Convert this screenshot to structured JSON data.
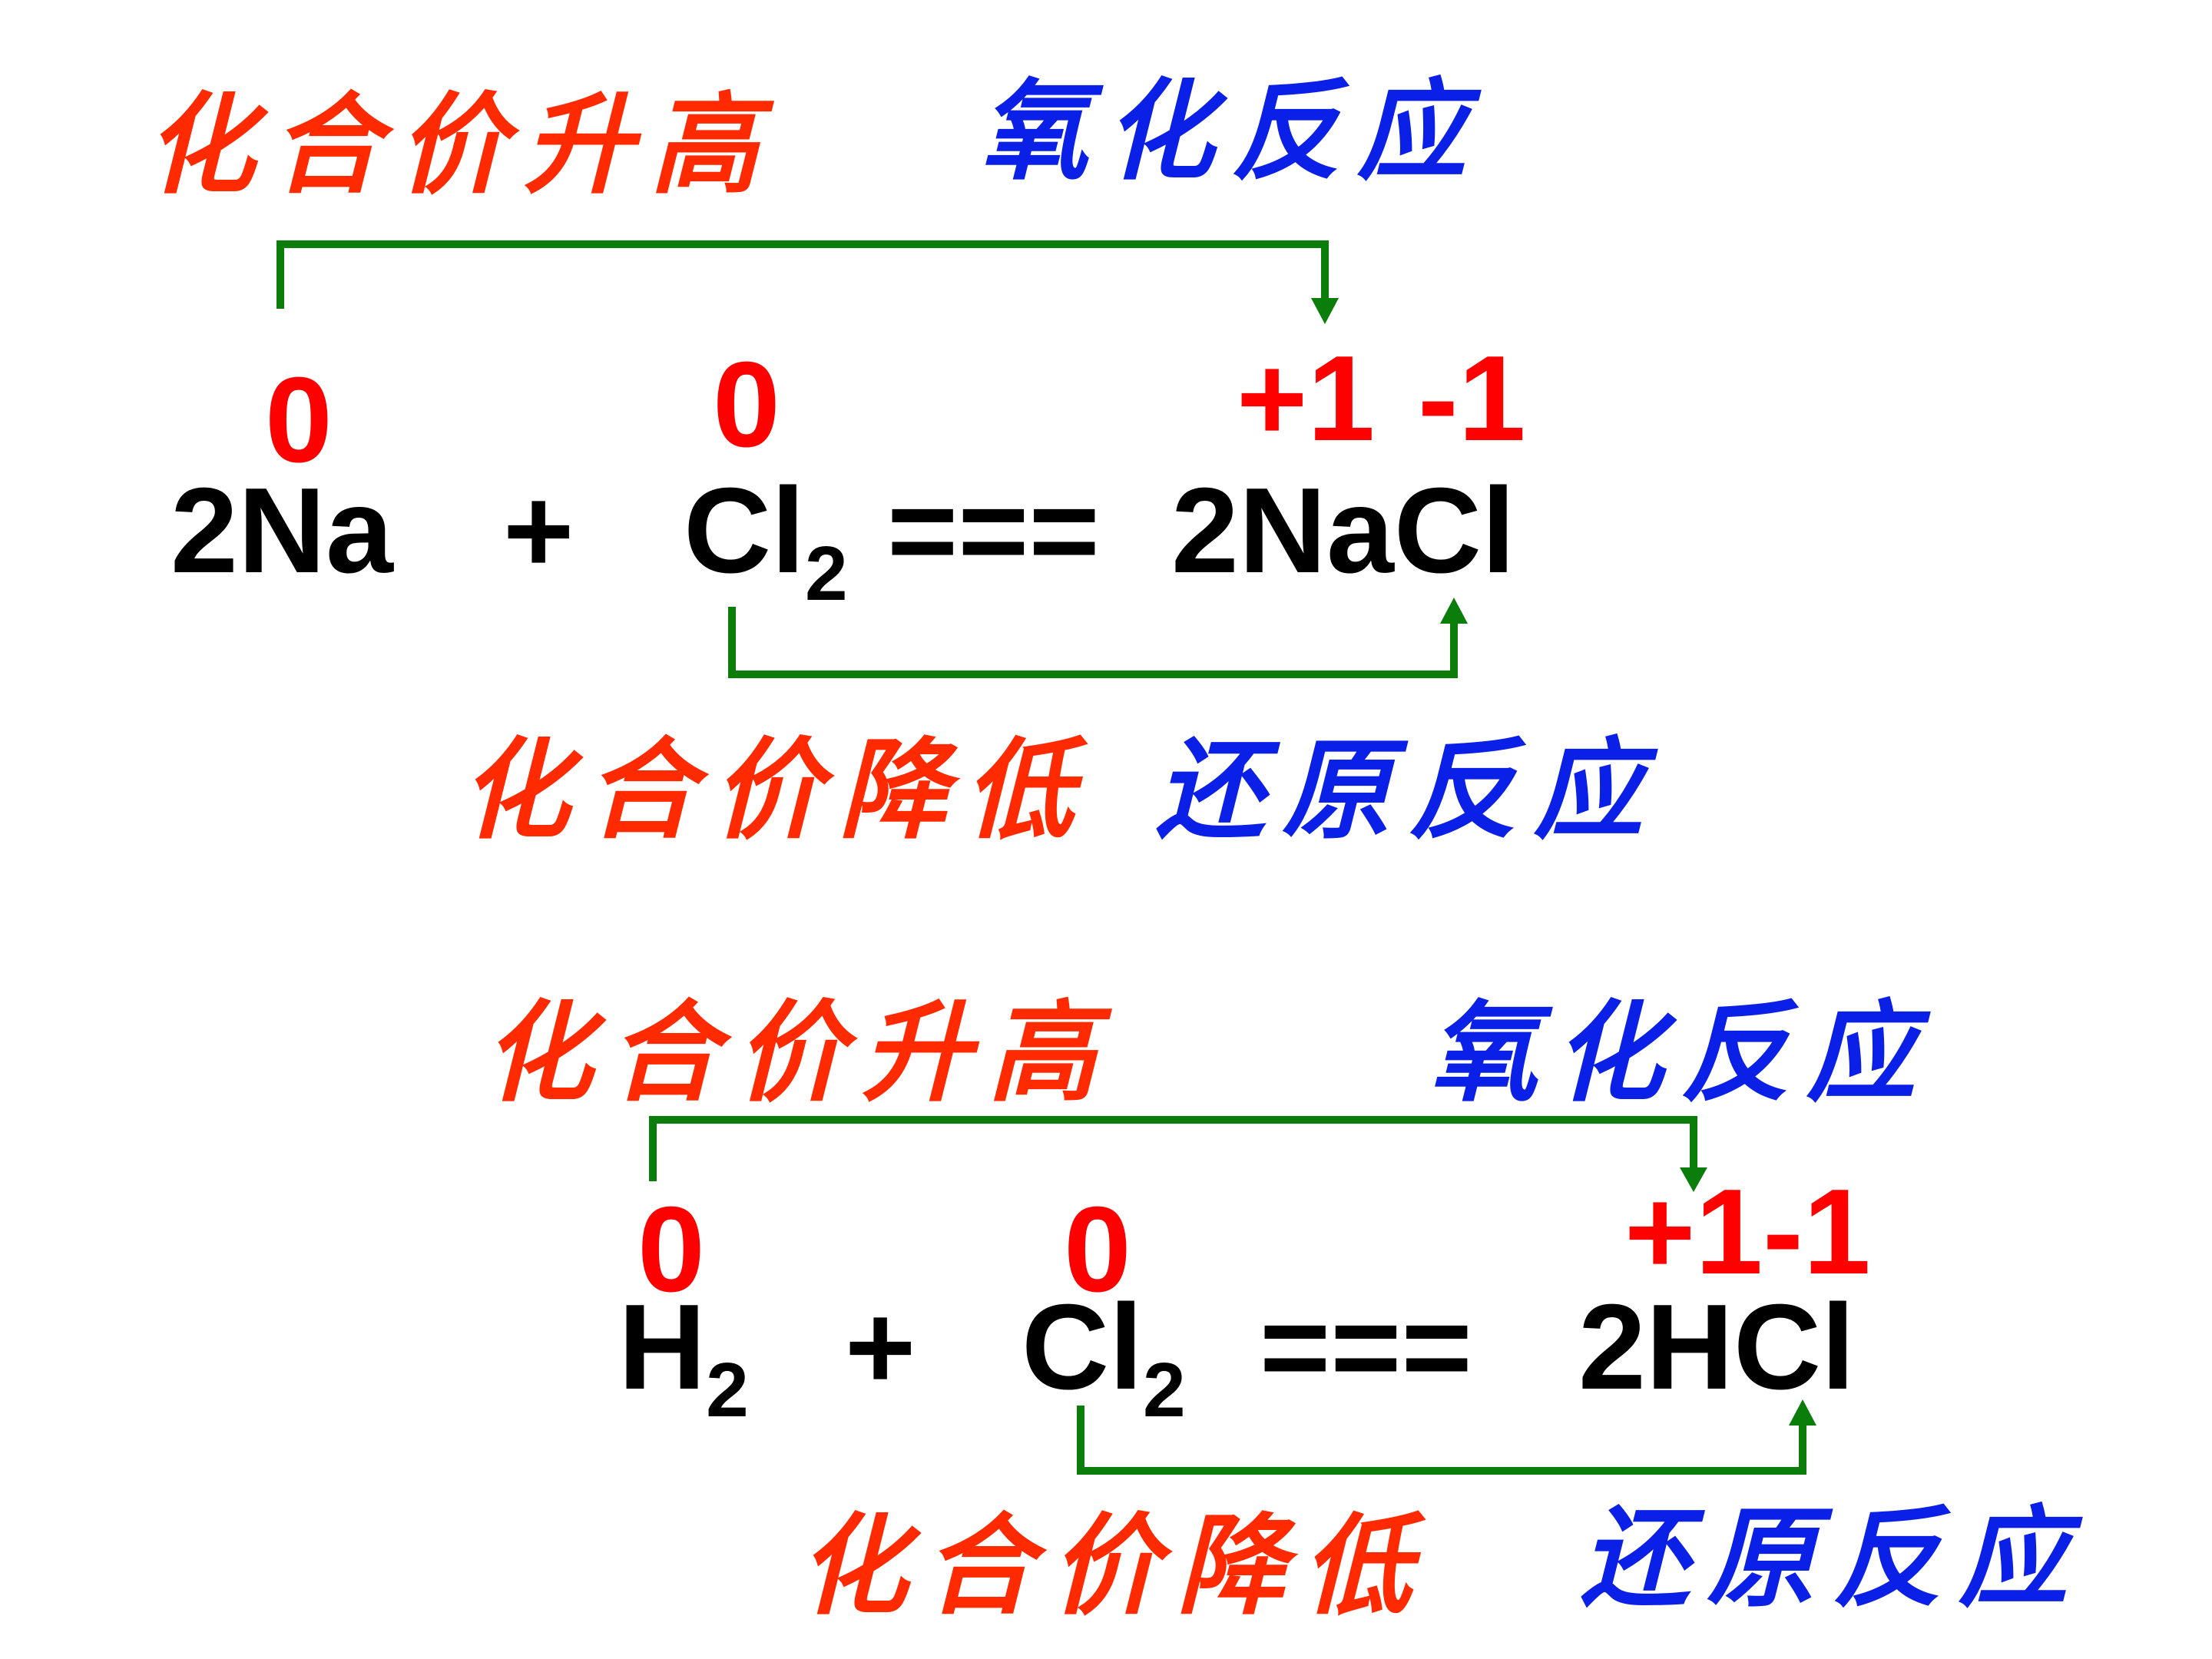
{
  "colors": {
    "increase_label": "#ff2a00",
    "reaction_label": "#0a20e6",
    "oxidation_number": "#ff0000",
    "equation": "#000000",
    "bracket": "#0a7d0a"
  },
  "reactions": [
    {
      "top_label": "化合价升高",
      "top_reaction": "氧化反应",
      "bottom_label": "化合价降低",
      "bottom_reaction": "还原反应",
      "ox_reactant1": "0",
      "ox_reactant2": "0",
      "ox_product": "+1 -1",
      "reactant1": "2Na",
      "plus": "+",
      "reactant2_main": "Cl",
      "reactant2_sub": "2",
      "arrow": "===",
      "product": "2NaCl"
    },
    {
      "top_label": "化合价升高",
      "top_reaction": "氧化反应",
      "bottom_label": "化合价降低",
      "bottom_reaction": "还原反应",
      "ox_reactant1": "0",
      "ox_reactant2": "0",
      "ox_product": "+1-1",
      "reactant1_main": "H",
      "reactant1_sub": "2",
      "plus": "+",
      "reactant2_main": "Cl",
      "reactant2_sub": "2",
      "arrow": "===",
      "product": "2HCl"
    }
  ]
}
